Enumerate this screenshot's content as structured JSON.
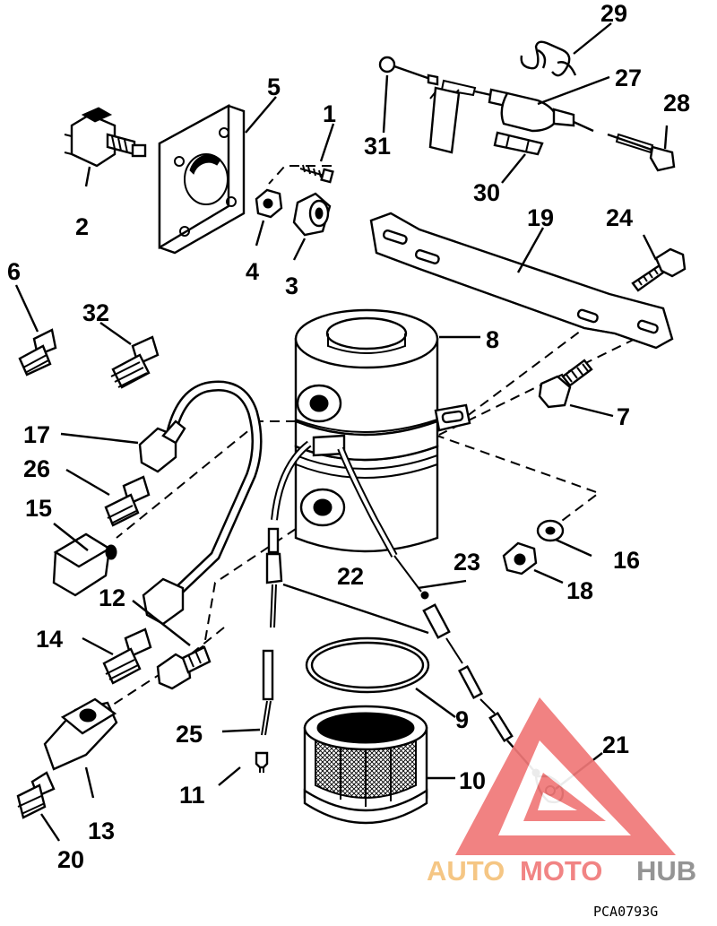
{
  "callouts": {
    "c1": "1",
    "c2": "2",
    "c3": "3",
    "c4": "4",
    "c5": "5",
    "c6": "6",
    "c7": "7",
    "c8": "8",
    "c9": "9",
    "c10": "10",
    "c11": "11",
    "c12": "12",
    "c13": "13",
    "c14": "14",
    "c15": "15",
    "c16": "16",
    "c17": "17",
    "c18": "18",
    "c19": "19",
    "c20": "20",
    "c21": "21",
    "c22": "22",
    "c23": "23",
    "c24": "24",
    "c25": "25",
    "c26": "26",
    "c27": "27",
    "c28": "28",
    "c29": "29",
    "c30": "30",
    "c31": "31",
    "c32": "32"
  },
  "figure_code": "PCA0793G",
  "watermark": {
    "text_part1": "AUTO",
    "text_part2": "MOTO",
    "text_part3": "HUB",
    "colors": {
      "part1": "#f5c27a",
      "part2": "#f07a7a",
      "part3": "#8c8c8c",
      "triangle": "#f07878"
    }
  }
}
